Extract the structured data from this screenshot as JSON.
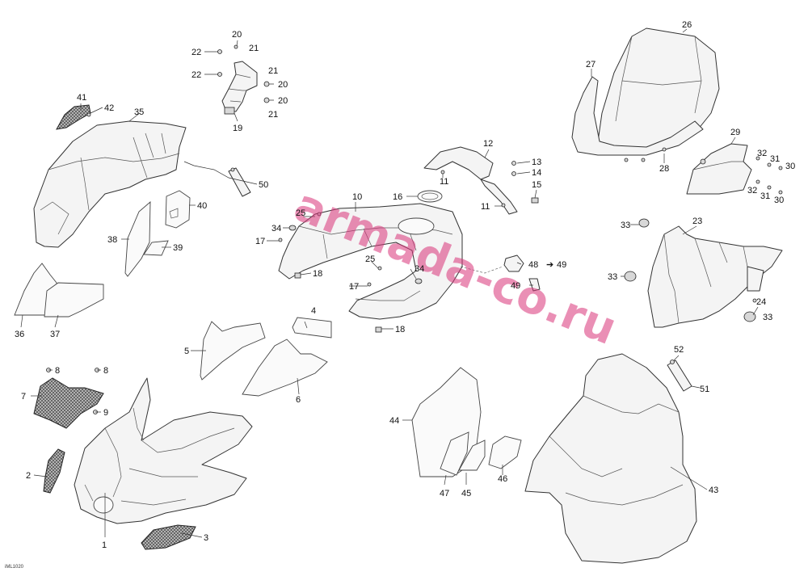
{
  "watermark": "armada-co.ru",
  "figure_ref": "iML1020",
  "callouts": {
    "c1": "1",
    "c2": "2",
    "c3": "3",
    "c4": "4",
    "c5": "5",
    "c6": "6",
    "c7": "7",
    "c8a": "8",
    "c8b": "8",
    "c9": "9",
    "c10": "10",
    "c11a": "11",
    "c11b": "11",
    "c12": "12",
    "c13": "13",
    "c14": "14",
    "c15": "15",
    "c16": "16",
    "c17a": "17",
    "c17b": "17",
    "c18a": "18",
    "c18b": "18",
    "c19": "19",
    "c20a": "20",
    "c20b": "20",
    "c20c": "20",
    "c21a": "21",
    "c21b": "21",
    "c21c": "21",
    "c22a": "22",
    "c22b": "22",
    "c23": "23",
    "c24": "24",
    "c25a": "25",
    "c25b": "25",
    "c26": "26",
    "c27": "27",
    "c28": "28",
    "c29": "29",
    "c30a": "30",
    "c30b": "30",
    "c31a": "31",
    "c31b": "31",
    "c32a": "32",
    "c32b": "32",
    "c33a": "33",
    "c33b": "33",
    "c33c": "33",
    "c34a": "34",
    "c34b": "34",
    "c35": "35",
    "c36": "36",
    "c37": "37",
    "c38": "38",
    "c39": "39",
    "c40": "40",
    "c41": "41",
    "c42": "42",
    "c43": "43",
    "c44": "44",
    "c45": "45",
    "c46": "46",
    "c47": "47",
    "c48": "48",
    "c49a": "49",
    "c49b": "49",
    "c50": "50",
    "c51": "51",
    "c52": "52"
  }
}
